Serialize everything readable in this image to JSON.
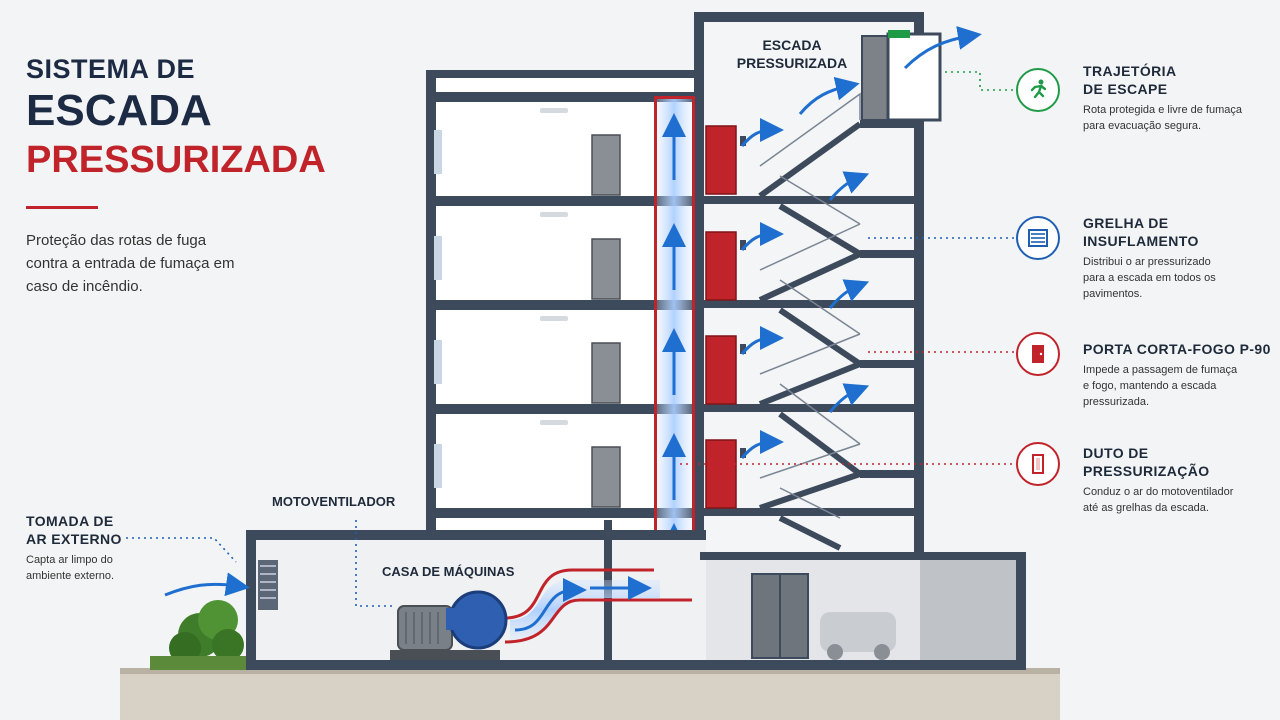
{
  "title": {
    "line1": "SISTEMA DE",
    "line2": "ESCADA",
    "line3": "PRESSURIZADA",
    "subtitle": "Proteção das rotas de fuga contra a entrada de fumaça em caso de incêndio."
  },
  "diagram_labels": {
    "stair_label_line1": "ESCADA",
    "stair_label_line2": "PRESSURIZADA",
    "fan_label": "MOTOVENTILADOR",
    "machine_room": "CASA DE MÁQUINAS"
  },
  "intake": {
    "title_line1": "TOMADA DE",
    "title_line2": "AR EXTERNO",
    "desc": "Capta ar limpo do ambiente externo."
  },
  "callouts": [
    {
      "title_line1": "TRAJETÓRIA",
      "title_line2": "DE ESCAPE",
      "desc": "Rota protegida e livre de fumaça para evacuação segura.",
      "icon": "running-person-icon",
      "color": "#1f9b47"
    },
    {
      "title_line1": "GRELHA DE",
      "title_line2": "INSUFLAMENTO",
      "desc": "Distribui o ar pressurizado para a escada em todos os pavimentos.",
      "icon": "grille-icon",
      "color": "#1e5fb4"
    },
    {
      "title_line1": "PORTA CORTA-FOGO P-90",
      "title_line2": "",
      "desc": "Impede a passagem de fumaça e fogo, mantendo a escada pressurizada.",
      "icon": "fire-door-icon",
      "color": "#c0232a"
    },
    {
      "title_line1": "DUTO DE",
      "title_line2": "PRESSURIZAÇÃO",
      "desc": "Conduz o ar do motoventilador até as grelhas da escada.",
      "icon": "duct-icon",
      "color": "#c0232a"
    }
  ],
  "colors": {
    "navy": "#1c2a44",
    "red": "#c0232a",
    "blue": "#1e6fd0",
    "green": "#1f9b47",
    "structure": "#3d4a5c"
  }
}
